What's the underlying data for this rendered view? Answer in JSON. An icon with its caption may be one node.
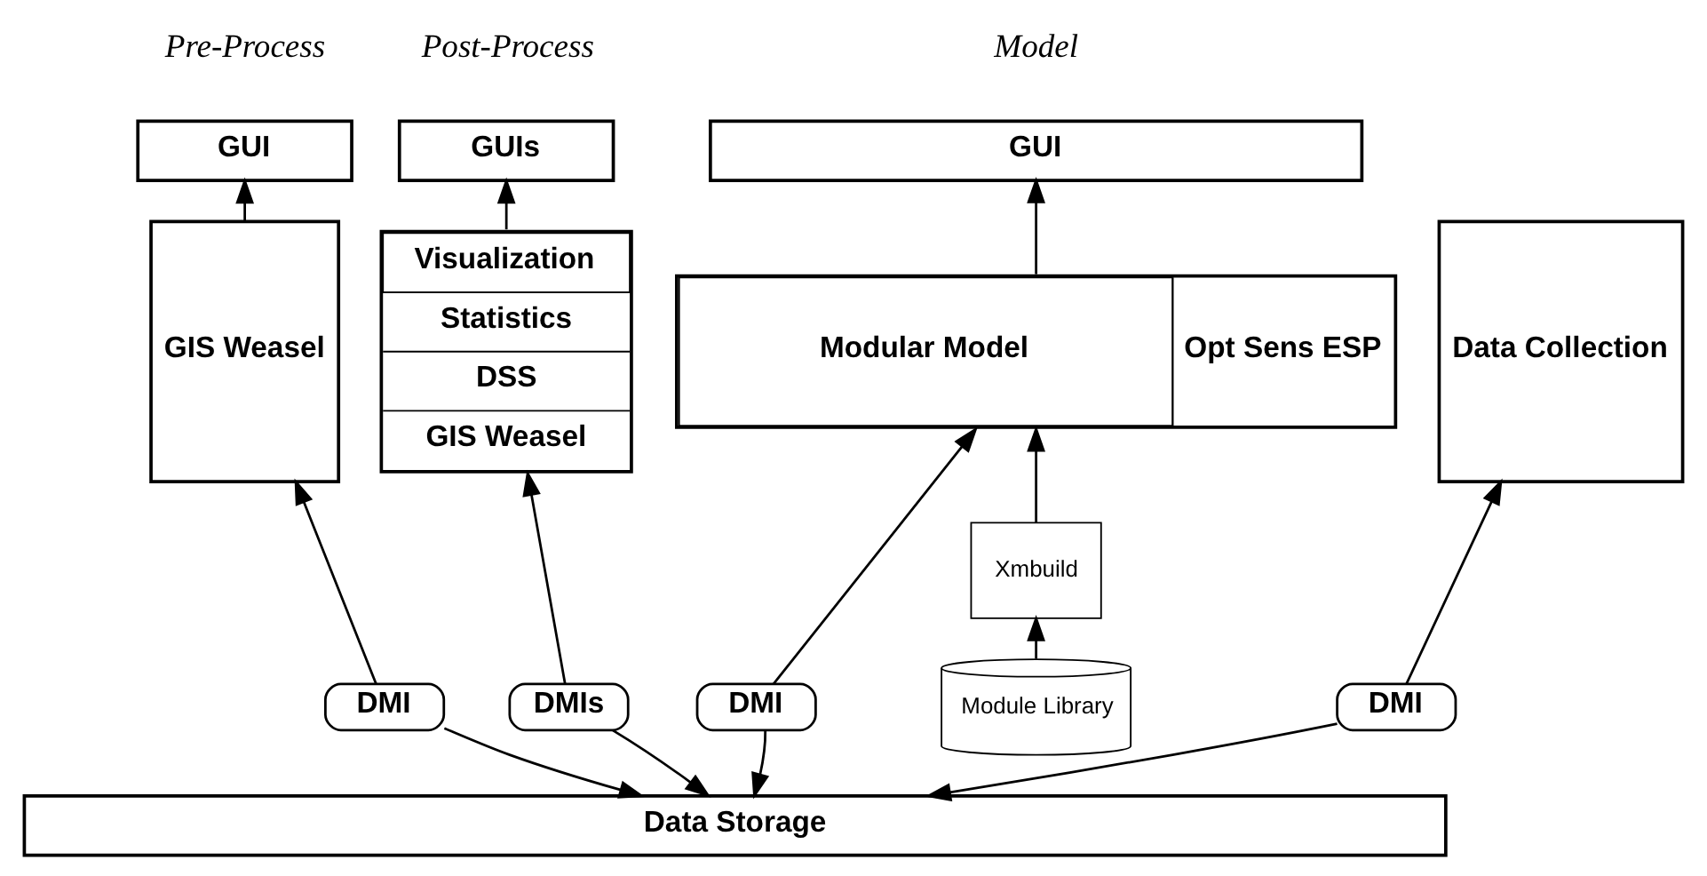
{
  "diagram": {
    "nodes": [
      {
        "text": [
          "Data Collection"
        ]
      },
      {
        "text": [
          "GUI"
        ]
      },
      {
        "text": [
          "GIS Weasel"
        ]
      },
      {
        "text": [
          "DMI"
        ]
      },
      {
        "text": [
          "DMI"
        ]
      },
      {
        "text": [
          "GUI"
        ]
      },
      {
        "text": [
          "Modular Model",
          "Opt Sens ESP"
        ]
      },
      {
        "text": [
          "Xmbuild"
        ]
      },
      {
        "text": [
          "Module Library"
        ]
      },
      {
        "text": [
          "DMI"
        ]
      },
      {
        "text": [
          "GUIs"
        ]
      },
      {
        "text": [
          "Visualization",
          "Statistics",
          "DSS",
          "GIS Weasel"
        ]
      },
      {
        "text": [
          "DMIs"
        ]
      },
      {
        "text": [
          "Data Storage"
        ]
      }
    ],
    "edges": [
      {
        "from": 2,
        "to": 1,
        "arrow": "to"
      },
      {
        "from": 3,
        "to": 0,
        "arrow": "to"
      },
      {
        "from": 3,
        "to": 13,
        "arrow": "to"
      },
      {
        "from": 4,
        "to": 2,
        "arrow": "to"
      },
      {
        "from": 4,
        "to": 13,
        "arrow": "to"
      },
      {
        "from": 6,
        "to": 5,
        "arrow": "to"
      },
      {
        "from": 8,
        "to": 7,
        "arrow": "to"
      },
      {
        "from": 7,
        "to": 6,
        "arrow": "to"
      },
      {
        "from": 9,
        "to": 6,
        "arrow": "to"
      },
      {
        "from": 9,
        "to": 13,
        "arrow": "to"
      },
      {
        "from": 11,
        "to": 10,
        "arrow": "to"
      },
      {
        "from": 12,
        "to": 11,
        "arrow": "to"
      },
      {
        "from": 12,
        "to": 13,
        "arrow": "to"
      }
    ],
    "labels": [
      "Pre-Process",
      "Model",
      "Post-Process"
    ]
  }
}
